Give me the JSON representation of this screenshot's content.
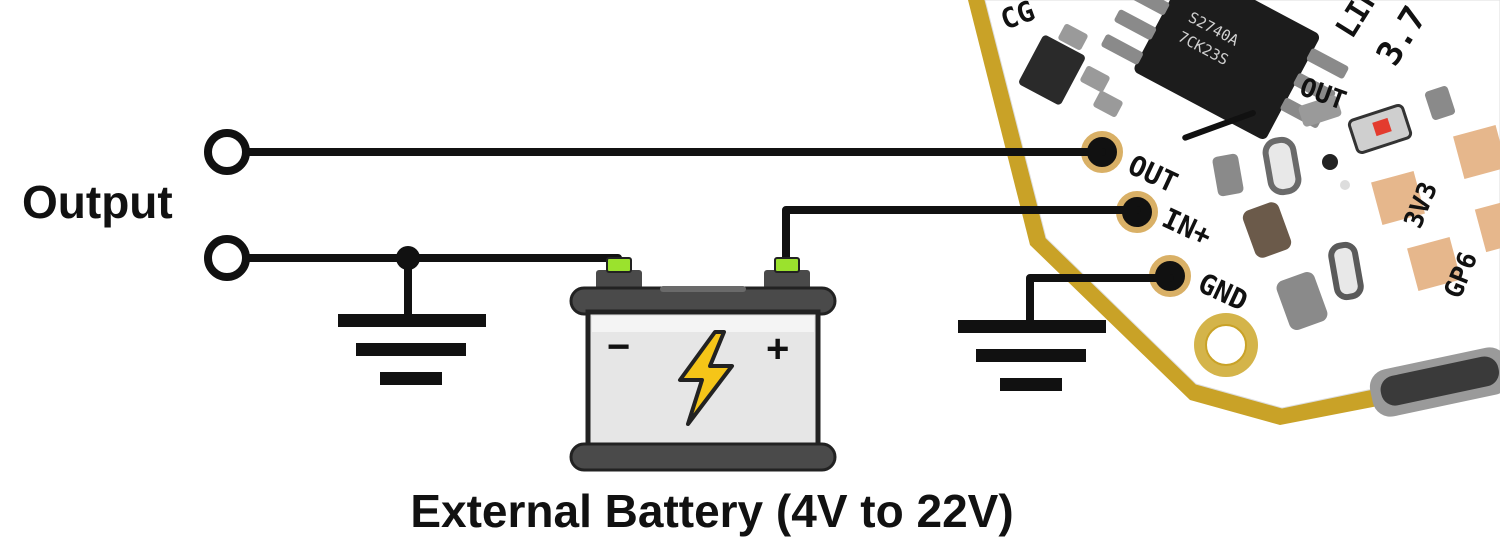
{
  "labels": {
    "output": "Output",
    "battery_caption": "External Battery (4V to 22V)",
    "battery_minus": "−",
    "battery_plus": "+"
  },
  "board": {
    "pads": {
      "out": "OUT",
      "in_plus": "IN+",
      "gnd": "GND"
    },
    "silkscreen": [
      "CG",
      "LIP",
      "3.7",
      "OUT",
      "3V3",
      "GP6"
    ],
    "chip_marking": [
      "S2740A",
      "7CK23S"
    ]
  },
  "colors": {
    "wire": "#111111",
    "terminal_led": "#9be22d",
    "battery_body": "#e6e6e6",
    "battery_cap": "#4a4a4a",
    "bolt": "#f5c518",
    "pcb": "#ffffff",
    "pcb_edge": "#c9a227"
  },
  "icons": [
    "ground-symbol",
    "battery-icon",
    "lightning-bolt-icon",
    "open-terminal-icon",
    "usb-c-connector"
  ]
}
